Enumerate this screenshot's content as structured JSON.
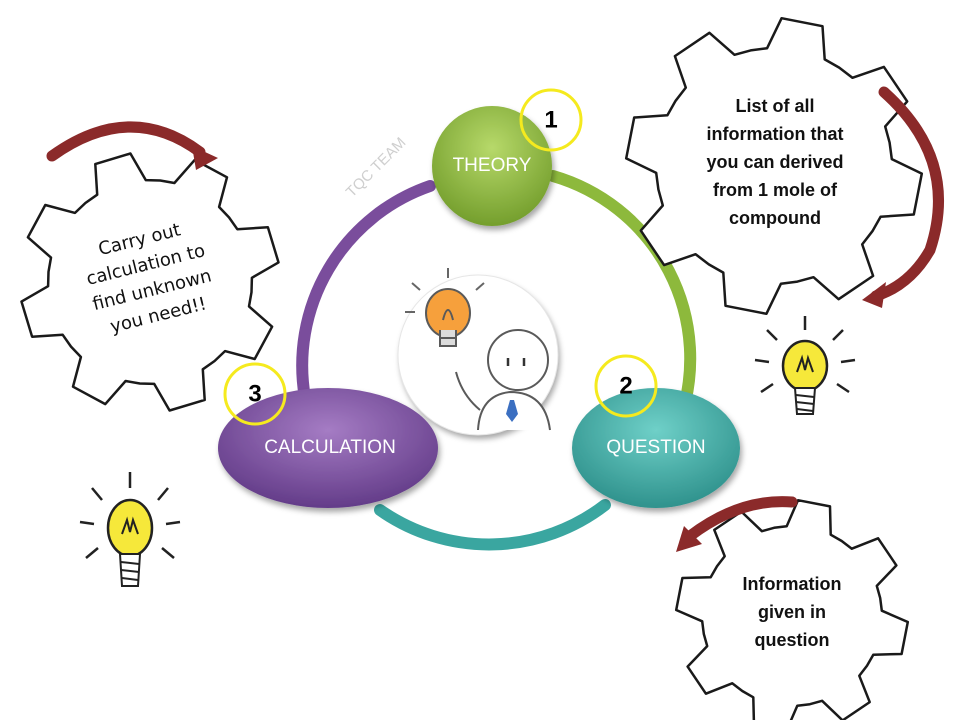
{
  "watermark": "TQC TEAM",
  "cycle": {
    "nodes": [
      {
        "number": "1",
        "label": "THEORY"
      },
      {
        "number": "2",
        "label": "QUESTION"
      },
      {
        "number": "3",
        "label": "CALCULATION"
      }
    ]
  },
  "gears": {
    "theory_note": [
      "List of all",
      "information that",
      "you can derived",
      "from 1 mole of",
      "compound"
    ],
    "question_note": [
      "Information",
      "given in",
      "question"
    ],
    "calculation_note": [
      "Carry out",
      "calculation to",
      "find unknown",
      "you need!!"
    ]
  },
  "colors": {
    "theory": "#8db93c",
    "question": "#3aa6a0",
    "calculation": "#7a4d9c",
    "arrow": "#8b2a2a",
    "number_ring": "#f5ea1e",
    "bulb": "#f6e83a"
  },
  "icons": [
    "lightbulb-person-icon",
    "lightbulb-icon",
    "curved-arrow-icon",
    "gear-icon"
  ]
}
